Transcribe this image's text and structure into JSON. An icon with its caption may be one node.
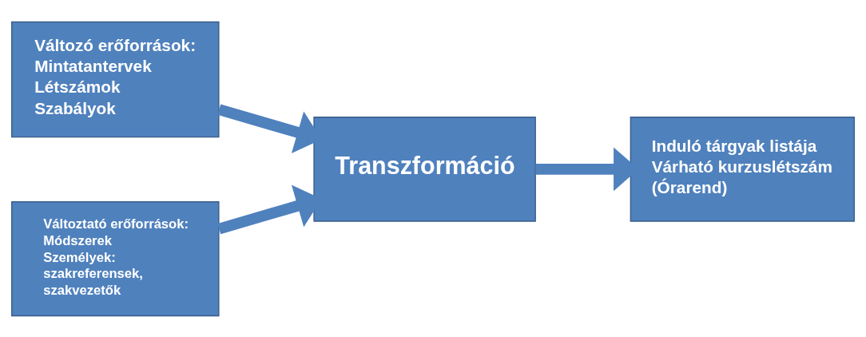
{
  "diagram": {
    "nodes": [
      {
        "text": [
          "Változó erőforrások:",
          "Mintatantervek",
          "Létszámok",
          "Szabályok"
        ]
      },
      {
        "text": [
          "Transzformáció"
        ]
      },
      {
        "text": [
          "Induló tárgyak listája",
          "Várható kurzuslétszám",
          "(Órarend)"
        ]
      },
      {
        "text": [
          "Változtató erőforrások:",
          "Módszerek",
          "Személyek:",
          "szakreferensek,",
          "szakvezetők"
        ]
      }
    ],
    "edges": [
      {
        "from": 0,
        "to": 1,
        "arrow": "to"
      },
      {
        "from": 3,
        "to": 1,
        "arrow": "to"
      },
      {
        "from": 1,
        "to": 2,
        "arrow": "to"
      }
    ]
  }
}
